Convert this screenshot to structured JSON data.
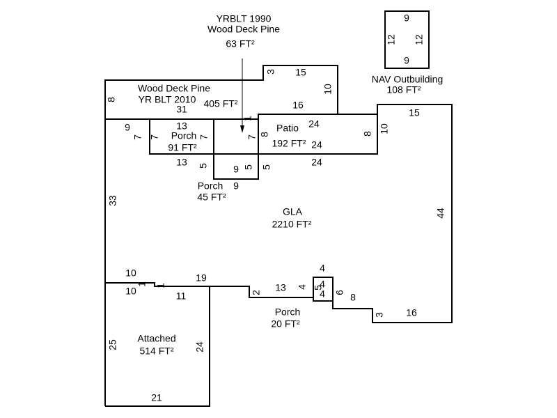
{
  "areas": {
    "deck_405": {
      "name": "Wood Deck Pine",
      "year": "YR BLT 2010",
      "area": "405 FT²"
    },
    "deck_63": {
      "year": "YRBLT 1990",
      "name": "Wood Deck Pine",
      "area": "63 FT²"
    },
    "porch_91": {
      "name": "Porch",
      "area": "91 FT²"
    },
    "patio_192": {
      "name": "Patio",
      "area": "192 FT²"
    },
    "porch_45": {
      "name": "Porch",
      "area": "45 FT²"
    },
    "gla": {
      "name": "GLA",
      "area": "2210 FT²"
    },
    "nav_outbuilding": {
      "name": "NAV Outbuilding",
      "area": "108 FT²"
    },
    "porch_20": {
      "name": "Porch",
      "area": "20 FT²"
    },
    "attached": {
      "name": "Attached",
      "area": "514 FT²"
    }
  },
  "dimensions": [
    "8",
    "3",
    "15",
    "10",
    "16",
    "31",
    "1",
    "9",
    "7",
    "13",
    "7",
    "7",
    "7",
    "8",
    "24",
    "24",
    "8",
    "10",
    "15",
    "13",
    "5",
    "9",
    "5",
    "5",
    "24",
    "9",
    "33",
    "44",
    "10",
    "10",
    "1",
    "1",
    "19",
    "11",
    "2",
    "13",
    "4",
    "4",
    "4",
    "5",
    "4",
    "6",
    "8",
    "3",
    "16",
    "25",
    "24",
    "21",
    "9",
    "12",
    "12",
    "9"
  ]
}
